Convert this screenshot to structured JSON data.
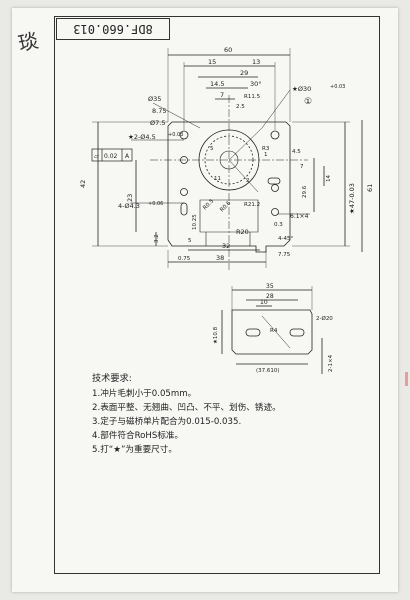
{
  "doc": {
    "drawing_number": "8DF.660.013",
    "signature": "琰"
  },
  "dims_main": {
    "width_total": "60",
    "d15": "15",
    "d13": "13",
    "d29": "29",
    "angle30": "30°",
    "phi30": "★Ø30",
    "tol30": "+0.03",
    "circle_idx": "①",
    "d14_5": "14.5",
    "d7": "7",
    "r11_5": "R11.5",
    "d2_5": "2.5",
    "phi35": "Ø35",
    "d8_75": "8.75",
    "d7_5": "Ø7.5",
    "d4_phi": "★2-Ø4.5",
    "d4_tol": "+0.03",
    "flat": "0.02",
    "flat_ref": "A",
    "left_42": "42",
    "d23": "23",
    "holes4": "4-Ø4.3",
    "holes4_tol": "+0.06",
    "a11": "11",
    "a2": "2",
    "a1": "1",
    "a5": "5",
    "r0_5": "R0.5",
    "r0_6": "R0.6",
    "r20": "R20",
    "r21_2": "R21.2",
    "p4_5": "4.5",
    "d7_b": "7",
    "d29_6": "29.6",
    "d14b": "14",
    "d6_1x4": "6.1×4",
    "star47": "★47-0.03",
    "d61": "61",
    "d3_2": "3.2",
    "d4_45": "4-45°",
    "d75": "7.75",
    "d32": "32",
    "d38": "38",
    "d0_75": "0.75",
    "d5_5": "5",
    "d0_3": "0.3",
    "d10_25": "10.25",
    "d_r3": "R3"
  },
  "dims_detail": {
    "w35": "35",
    "w28": "28",
    "w10": "10",
    "a25": "2-Ø20",
    "r4": "R4",
    "star_left": "★10.8",
    "ref_bottom": "(37.610)",
    "side": "2-1×4"
  },
  "notes": {
    "heading": "技术要求:",
    "items": [
      "1.冲片毛刺小于0.05mm。",
      "2.表面平整、无翘曲、凹凸、不平、划伤、锈迹。",
      "3.定子与磁桥单片配合为0.015-0.035.",
      "4.部件符合RoHS标准。",
      "5.打“★”为重要尺寸。"
    ]
  }
}
